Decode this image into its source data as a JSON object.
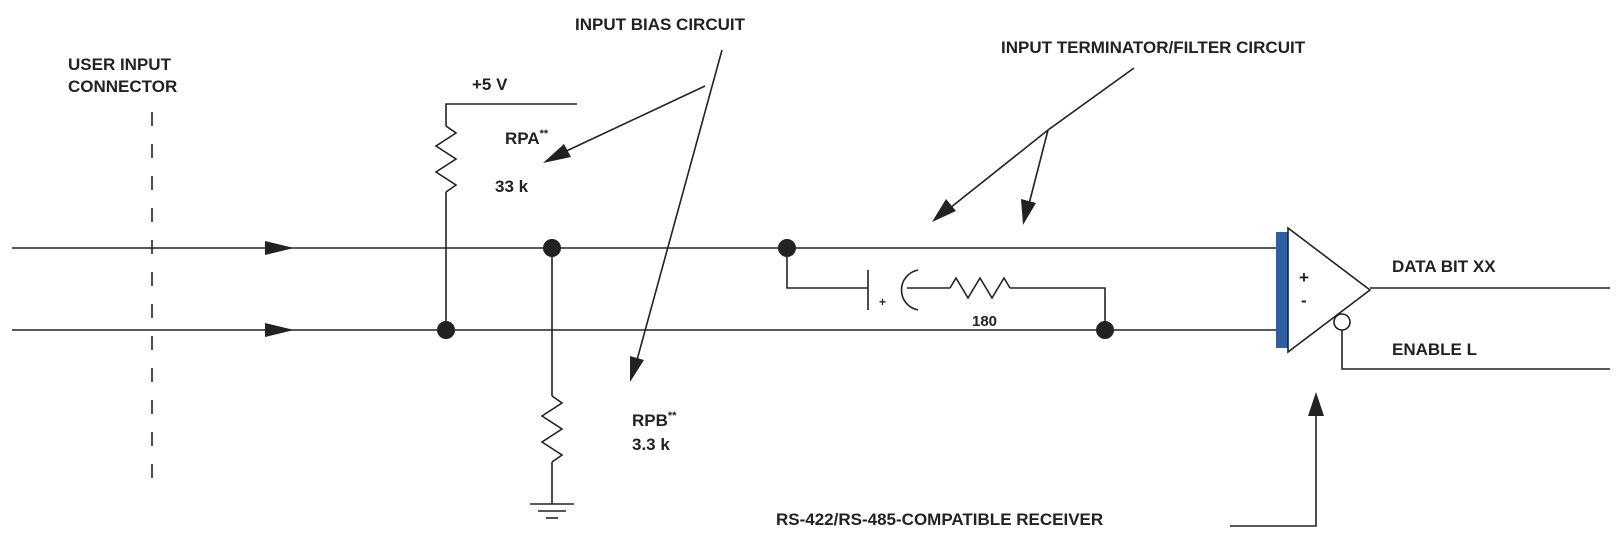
{
  "labels": {
    "connector_line1": "USER INPUT",
    "connector_line2": "CONNECTOR",
    "bias_circuit": "INPUT BIAS CIRCUIT",
    "terminator_circuit": "INPUT TERMINATOR/FILTER CIRCUIT",
    "supply": "+5 V",
    "rpa": "RPA",
    "rpa_value": "33 k",
    "rpb": "RPB",
    "rpb_value": "3.3 k",
    "double_star": "**",
    "cap_polarity": "+",
    "term_resistor_value": "180",
    "plus_input": "+",
    "minus_input": "-",
    "data_output": "DATA BIT XX",
    "enable": "ENABLE L",
    "receiver": "RS-422/RS-485-COMPATIBLE RECEIVER"
  },
  "colors": {
    "line": "#222222",
    "receiver_bar": "#2e5fa0",
    "background": "#ffffff"
  }
}
